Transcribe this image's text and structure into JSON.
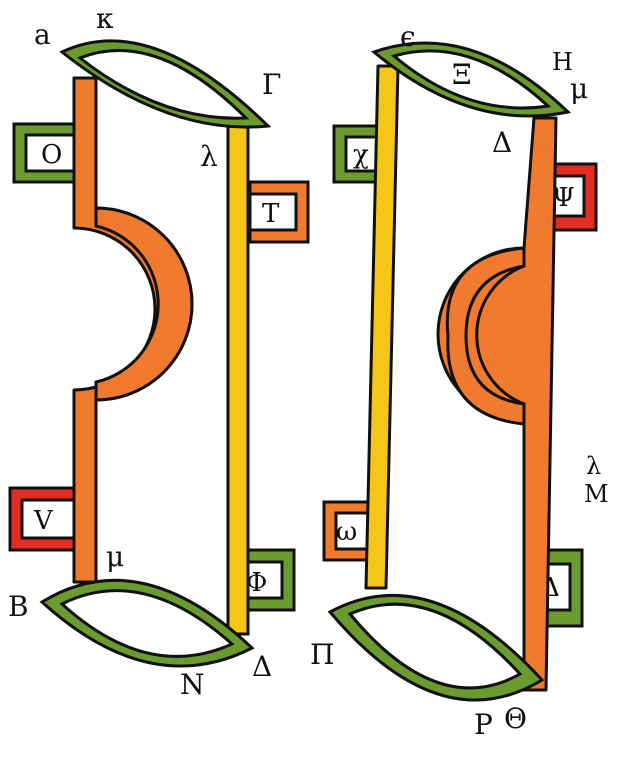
{
  "colors": {
    "green": "#6b9b2f",
    "orange": "#f07a2d",
    "yellow": "#f5c518",
    "red": "#e32d22",
    "outline": "#111111",
    "background": "#ffffff"
  },
  "left_figure": {
    "corner_labels": {
      "top_left": "a",
      "top_mid": "κ",
      "top_right": "Γ",
      "inner_top": "λ",
      "bottom_left": "Β",
      "bottom_inner": "μ",
      "bottom_mid": "Ν",
      "bottom_right": "Δ"
    },
    "side_boxes": {
      "upper_left": "O",
      "upper_right": "T",
      "lower_left": "V",
      "lower_right": "Φ"
    }
  },
  "right_figure": {
    "corner_labels": {
      "top_left": "ϵ",
      "top_right": "Η",
      "top_right_extra": "μ",
      "top_center": "Ξ",
      "inner_top": "Δ",
      "bottom_left": "Π",
      "bottom_mid": "Ρ",
      "bottom_right": "Θ",
      "margin_a": "λ",
      "margin_b": "Μ"
    },
    "side_boxes": {
      "upper_left": "χ",
      "upper_right": "Ψ",
      "lower_left": "ω",
      "lower_right": "Δ"
    }
  }
}
